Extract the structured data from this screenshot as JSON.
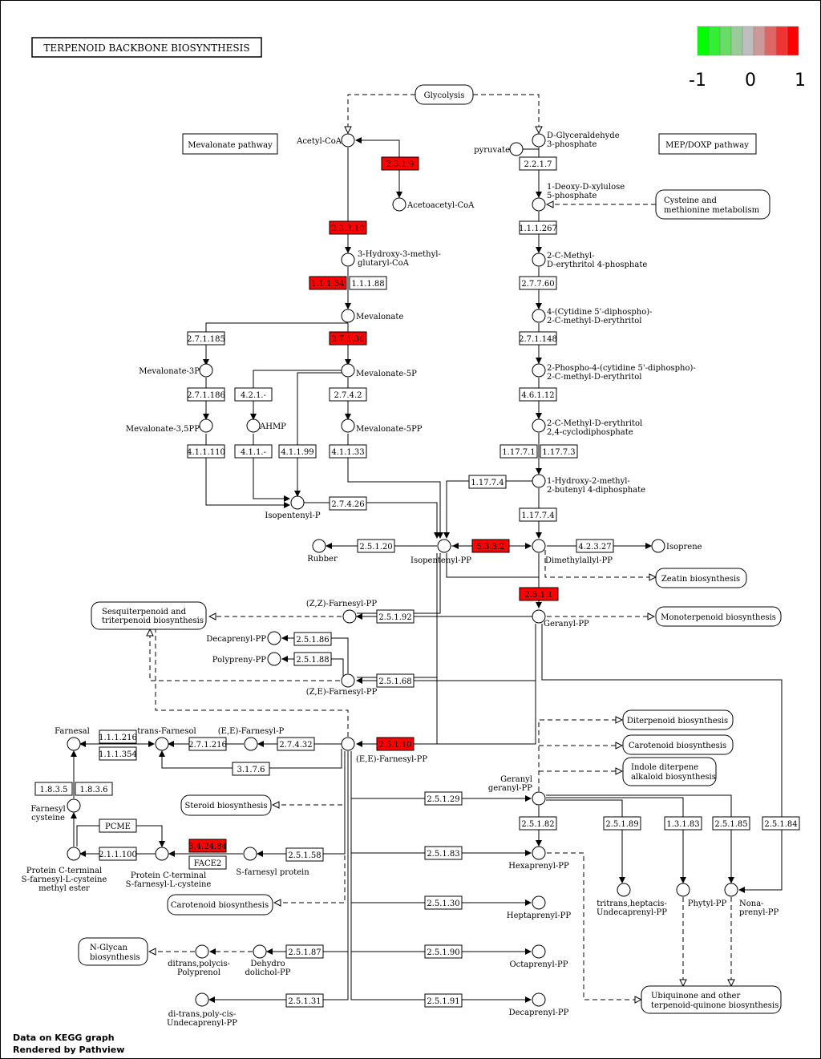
{
  "title": "TERPENOID BACKBONE BIOSYNTHESIS",
  "legend": {
    "ticks": [
      "-1",
      "0",
      "1"
    ],
    "colors": [
      "#00ff00",
      "#33ee33",
      "#66dd66",
      "#99cc99",
      "#bebebe",
      "#cc9999",
      "#dd6666",
      "#ee3333",
      "#ff0000"
    ]
  },
  "footer": {
    "line1": "Data on KEGG graph",
    "line2": "Rendered by Pathview"
  },
  "colors": {
    "up": "#ff0000",
    "none": "#ffffff",
    "border": "#000000"
  },
  "enzymes": [
    {
      "id": "e2319",
      "label": "2.3.1.9",
      "hl": true
    },
    {
      "id": "e23310",
      "label": "2.3.3.10",
      "hl": true
    },
    {
      "id": "e11134",
      "label": "1.1.1.34",
      "hl": true
    },
    {
      "id": "e11188",
      "label": "1.1.1.88",
      "hl": false
    },
    {
      "id": "e271185",
      "label": "2.7.1.185",
      "hl": false
    },
    {
      "id": "e27136",
      "label": "2.7.1.36",
      "hl": true
    },
    {
      "id": "e271186",
      "label": "2.7.1.186",
      "hl": false
    },
    {
      "id": "e421",
      "label": "4.2.1.-",
      "hl": false
    },
    {
      "id": "e2742",
      "label": "2.7.4.2",
      "hl": false
    },
    {
      "id": "e411110",
      "label": "4.1.1.110",
      "hl": false
    },
    {
      "id": "e411",
      "label": "4.1.1.-",
      "hl": false
    },
    {
      "id": "e41199",
      "label": "4.1.1.99",
      "hl": false
    },
    {
      "id": "e41133",
      "label": "4.1.1.33",
      "hl": false
    },
    {
      "id": "e27426",
      "label": "2.7.4.26",
      "hl": false
    },
    {
      "id": "e2217",
      "label": "2.2.1.7",
      "hl": false
    },
    {
      "id": "e111267",
      "label": "1.1.1.267",
      "hl": false
    },
    {
      "id": "e27760",
      "label": "2.7.7.60",
      "hl": false
    },
    {
      "id": "e271148",
      "label": "2.7.1.148",
      "hl": false
    },
    {
      "id": "e46112",
      "label": "4.6.1.12",
      "hl": false
    },
    {
      "id": "e11771",
      "label": "1.17.7.1",
      "hl": false
    },
    {
      "id": "e11773",
      "label": "1.17.7.3",
      "hl": false
    },
    {
      "id": "e11774a",
      "label": "1.17.7.4",
      "hl": false
    },
    {
      "id": "e11774b",
      "label": "1.17.7.4",
      "hl": false
    },
    {
      "id": "e25120",
      "label": "2.5.1.20",
      "hl": false
    },
    {
      "id": "e5332",
      "label": "5.3.3.2",
      "hl": true
    },
    {
      "id": "e42327",
      "label": "4.2.3.27",
      "hl": false
    },
    {
      "id": "e2511",
      "label": "2.5.1.1",
      "hl": true
    },
    {
      "id": "e25192",
      "label": "2.5.1.92",
      "hl": false
    },
    {
      "id": "e25186",
      "label": "2.5.1.86",
      "hl": false
    },
    {
      "id": "e25188",
      "label": "2.5.1.88",
      "hl": false
    },
    {
      "id": "e25168",
      "label": "2.5.1.68",
      "hl": false
    },
    {
      "id": "e111216",
      "label": "1.1.1.216",
      "hl": false
    },
    {
      "id": "e111354",
      "label": "1.1.1.354",
      "hl": false
    },
    {
      "id": "e271216",
      "label": "2.7.1.216",
      "hl": false
    },
    {
      "id": "e27432",
      "label": "2.7.4.32",
      "hl": false
    },
    {
      "id": "e25110",
      "label": "2.5.1.10",
      "hl": true
    },
    {
      "id": "e3176",
      "label": "3.1.7.6",
      "hl": false
    },
    {
      "id": "e1835",
      "label": "1.8.3.5",
      "hl": false
    },
    {
      "id": "e1836",
      "label": "1.8.3.6",
      "hl": false
    },
    {
      "id": "ePCME",
      "label": "PCME",
      "hl": false
    },
    {
      "id": "e34244",
      "label": "3.4.24.84",
      "hl": true
    },
    {
      "id": "eFACE2",
      "label": "FACE2",
      "hl": false
    },
    {
      "id": "e211100",
      "label": "2.1.1.100",
      "hl": false
    },
    {
      "id": "e25158",
      "label": "2.5.1.58",
      "hl": false
    },
    {
      "id": "e25129",
      "label": "2.5.1.29",
      "hl": false
    },
    {
      "id": "e25182",
      "label": "2.5.1.82",
      "hl": false
    },
    {
      "id": "e25189",
      "label": "2.5.1.89",
      "hl": false
    },
    {
      "id": "e13183",
      "label": "1.3.1.83",
      "hl": false
    },
    {
      "id": "e25185",
      "label": "2.5.1.85",
      "hl": false
    },
    {
      "id": "e25184",
      "label": "2.5.1.84",
      "hl": false
    },
    {
      "id": "e25183",
      "label": "2.5.1.83",
      "hl": false
    },
    {
      "id": "e25130",
      "label": "2.5.1.30",
      "hl": false
    },
    {
      "id": "e25187",
      "label": "2.5.1.87",
      "hl": false
    },
    {
      "id": "e25190",
      "label": "2.5.1.90",
      "hl": false
    },
    {
      "id": "e25131",
      "label": "2.5.1.31",
      "hl": false
    },
    {
      "id": "e25191",
      "label": "2.5.1.91",
      "hl": false
    }
  ],
  "pathways": [
    {
      "id": "p_glyc",
      "lines": [
        "Glycolysis"
      ]
    },
    {
      "id": "p_mev",
      "lines": [
        "Mevalonate pathway"
      ]
    },
    {
      "id": "p_mep",
      "lines": [
        "MEP/DOXP pathway"
      ]
    },
    {
      "id": "p_cys",
      "lines": [
        "Cysteine and",
        "methionine metabolism"
      ]
    },
    {
      "id": "p_zea",
      "lines": [
        "Zeatin biosynthesis"
      ]
    },
    {
      "id": "p_sesq",
      "lines": [
        "Sesquiterpenoid and",
        "triterpenoid biosynthesis"
      ]
    },
    {
      "id": "p_mono",
      "lines": [
        "Monoterpenoid biosynthesis"
      ]
    },
    {
      "id": "p_diter",
      "lines": [
        "Diterpenoid biosynthesis"
      ]
    },
    {
      "id": "p_carot1",
      "lines": [
        "Carotenoid biosynthesis"
      ]
    },
    {
      "id": "p_indole",
      "lines": [
        "Indole diterpene",
        "alkaloid biosynthesis"
      ]
    },
    {
      "id": "p_ster",
      "lines": [
        "Steroid biosynthesis"
      ]
    },
    {
      "id": "p_carot2",
      "lines": [
        "Carotenoid biosynthesis"
      ]
    },
    {
      "id": "p_nglyc",
      "lines": [
        "N-Glycan",
        "biosynthesis"
      ]
    },
    {
      "id": "p_ubi",
      "lines": [
        "Ubiquinone and other",
        "terpenoid-quinone biosynthesis"
      ]
    }
  ],
  "compounds": [
    {
      "id": "c_acoa",
      "lines": [
        "Acetyl-CoA"
      ]
    },
    {
      "id": "c_aacoa",
      "lines": [
        "Acetoacetyl-CoA"
      ]
    },
    {
      "id": "c_hmg",
      "lines": [
        "3-Hydroxy-3-methyl-",
        "glutaryl-CoA"
      ]
    },
    {
      "id": "c_mev",
      "lines": [
        "Mevalonate"
      ]
    },
    {
      "id": "c_mev3p",
      "lines": [
        "Mevalonate-3P"
      ]
    },
    {
      "id": "c_mev5p",
      "lines": [
        "Mevalonate-5P"
      ]
    },
    {
      "id": "c_mev35pp",
      "lines": [
        "Mevalonate-3,5PP"
      ]
    },
    {
      "id": "c_ahmp",
      "lines": [
        "AHMP"
      ]
    },
    {
      "id": "c_mev5pp",
      "lines": [
        "Mevalonate-5PP"
      ]
    },
    {
      "id": "c_ipp_p",
      "lines": [
        "Isopentenyl-P"
      ]
    },
    {
      "id": "c_g3p",
      "lines": [
        "D-Glyceraldehyde",
        "3-phosphate"
      ]
    },
    {
      "id": "c_pyr",
      "lines": [
        "pyruvate"
      ]
    },
    {
      "id": "c_dxp",
      "lines": [
        "1-Deoxy-D-xylulose",
        "5-phosphate"
      ]
    },
    {
      "id": "c_mep",
      "lines": [
        "2-C-Methyl-",
        "D-erythritol 4-phosphate"
      ]
    },
    {
      "id": "c_cdpme",
      "lines": [
        "4-(Cytidine 5'-diphospho)-",
        "2-C-methyl-D-erythritol"
      ]
    },
    {
      "id": "c_cdpmep",
      "lines": [
        "2-Phospho-4-(cytidine 5'-diphospho)-",
        "2-C-methyl-D-erythritol"
      ]
    },
    {
      "id": "c_mecpp",
      "lines": [
        "2-C-Methyl-D-erythritol",
        "2,4-cyclodiphosphate"
      ]
    },
    {
      "id": "c_hmbpp",
      "lines": [
        "1-Hydroxy-2-methyl-",
        "2-butenyl 4-diphosphate"
      ]
    },
    {
      "id": "c_rubber",
      "lines": [
        "Rubber"
      ]
    },
    {
      "id": "c_ipp",
      "lines": [
        "Isopentenyl-PP"
      ]
    },
    {
      "id": "c_dmapp",
      "lines": [
        "Dimethylallyl-PP"
      ]
    },
    {
      "id": "c_isoprene",
      "lines": [
        "Isoprene"
      ]
    },
    {
      "id": "c_zzfpp",
      "lines": [
        "(Z,Z)-Farnesyl-PP"
      ]
    },
    {
      "id": "c_gpp",
      "lines": [
        "Geranyl-PP"
      ]
    },
    {
      "id": "c_decapp1",
      "lines": [
        "Decaprenyl-PP"
      ]
    },
    {
      "id": "c_polypp",
      "lines": [
        "Polypreny-PP"
      ]
    },
    {
      "id": "c_zefpp",
      "lines": [
        "(Z,E)-Farnesyl-PP"
      ]
    },
    {
      "id": "c_farnesal",
      "lines": [
        "Farnesal"
      ]
    },
    {
      "id": "c_tfarnesol",
      "lines": [
        "trans-Farnesol"
      ]
    },
    {
      "id": "c_eefp",
      "lines": [
        "(E,E)-Farnesyl-P"
      ]
    },
    {
      "id": "c_eefpp",
      "lines": [
        "(E,E)-Farnesyl-PP"
      ]
    },
    {
      "id": "c_fcys",
      "lines": [
        "Farnesyl",
        "cysteine"
      ]
    },
    {
      "id": "c_pccme",
      "lines": [
        "Protein C-terminal",
        "S-farnesyl-L-cysteine",
        "methyl ester"
      ]
    },
    {
      "id": "c_pcc",
      "lines": [
        "Protein C-terminal",
        "S-farnesyl-L-cysteine"
      ]
    },
    {
      "id": "c_sfp",
      "lines": [
        "S-farnesyl protein"
      ]
    },
    {
      "id": "c_ggpp",
      "lines": [
        "Geranyl",
        "geranyl-PP"
      ]
    },
    {
      "id": "c_hexapp",
      "lines": [
        "Hexaprenyl-PP"
      ]
    },
    {
      "id": "c_undecapp",
      "lines": [
        "tritrans,heptacis-",
        "Undecaprenyl-PP"
      ]
    },
    {
      "id": "c_phytylpp",
      "lines": [
        "Phytyl-PP"
      ]
    },
    {
      "id": "c_nonapp",
      "lines": [
        "Nona-",
        "prenyl-PP"
      ]
    },
    {
      "id": "c_heptapp",
      "lines": [
        "Heptaprenyl-PP"
      ]
    },
    {
      "id": "c_polyprenol",
      "lines": [
        "ditrans,polycis-",
        "Polyprenol"
      ]
    },
    {
      "id": "c_ddpp",
      "lines": [
        "Dehydro",
        "dolichol-PP"
      ]
    },
    {
      "id": "c_octapp",
      "lines": [
        "Octaprenyl-PP"
      ]
    },
    {
      "id": "c_dicisupp",
      "lines": [
        "di-trans,poly-cis-",
        "Undecaprenyl-PP"
      ]
    },
    {
      "id": "c_decapp2",
      "lines": [
        "Decaprenyl-PP"
      ]
    }
  ]
}
